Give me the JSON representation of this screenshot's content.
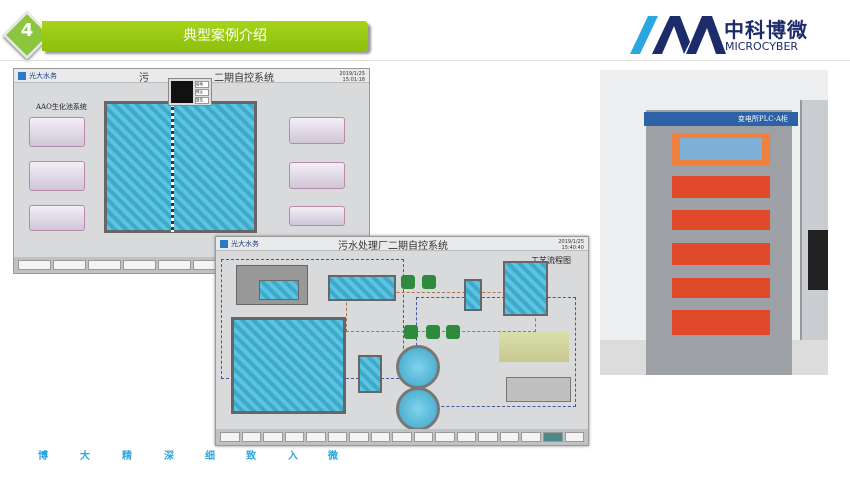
{
  "header": {
    "section_number": "4",
    "title": "典型案例介绍"
  },
  "logo": {
    "cn": "中科博微",
    "en": "MICROCYBER"
  },
  "screenshot1": {
    "brand": "光大水务",
    "title_left": "污",
    "title_right": "二期自控系统",
    "date": "2019/1/25",
    "time": "15:01:18",
    "system_label": "AAO生化池系统",
    "popup_buttons": [
      "启动",
      "停止",
      "复位"
    ]
  },
  "screenshot2": {
    "brand": "光大水务",
    "title": "污水处理厂二期自控系统",
    "date": "2019/1/25",
    "time": "15:40:40",
    "flow_label": "工艺流程图"
  },
  "photo": {
    "cabinet_label": "变电所PLC-A柜"
  },
  "footer": {
    "chars": [
      "博",
      "大",
      "精",
      "深",
      "细",
      "致",
      "入",
      "微"
    ]
  }
}
